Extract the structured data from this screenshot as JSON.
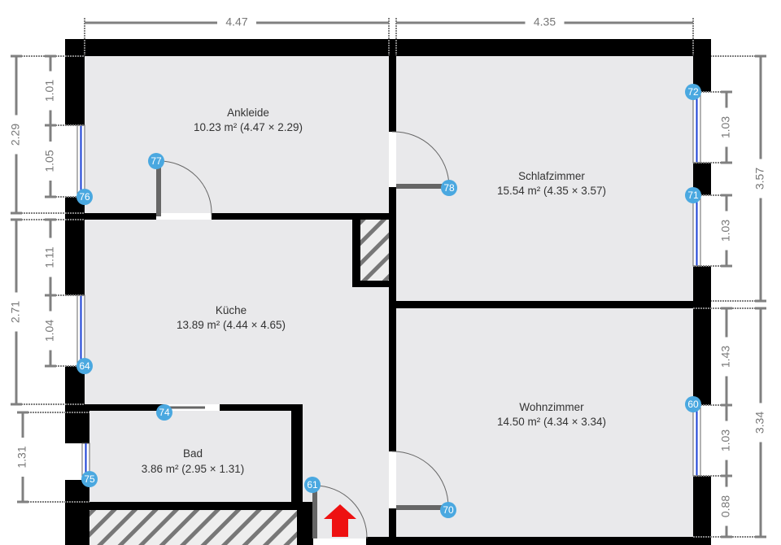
{
  "rooms": [
    {
      "name": "Ankleide",
      "area": "10.23 m² (4.47 × 2.29)"
    },
    {
      "name": "Schlafzimmer",
      "area": "15.54 m² (4.35 × 3.57)"
    },
    {
      "name": "Küche",
      "area": "13.89 m² (4.44 × 4.65)"
    },
    {
      "name": "Wohnzimmer",
      "area": "14.50 m² (4.34 × 3.34)"
    },
    {
      "name": "Bad",
      "area": "3.86 m² (2.95 × 1.31)"
    }
  ],
  "dimensions": {
    "top": [
      "4.47",
      "4.35"
    ],
    "left_outer": [
      "2.29",
      "2.71",
      "1.31"
    ],
    "left_inner": [
      "1.01",
      "1.05",
      "1.11",
      "1.04"
    ],
    "right_inner": [
      "1.03",
      "1.03",
      "1.43",
      "1.03",
      "0.88"
    ],
    "right_outer": [
      "3.57",
      "3.34"
    ]
  },
  "markers": [
    "77",
    "76",
    "78",
    "72",
    "71",
    "64",
    "74",
    "75",
    "61",
    "70",
    "60"
  ],
  "colors": {
    "wall": "#000000",
    "floor": "#e9e9eb",
    "marker": "#4aa8e0",
    "window": "#1a3fd6",
    "entrance": "#ee1111",
    "dimension": "#808080"
  }
}
